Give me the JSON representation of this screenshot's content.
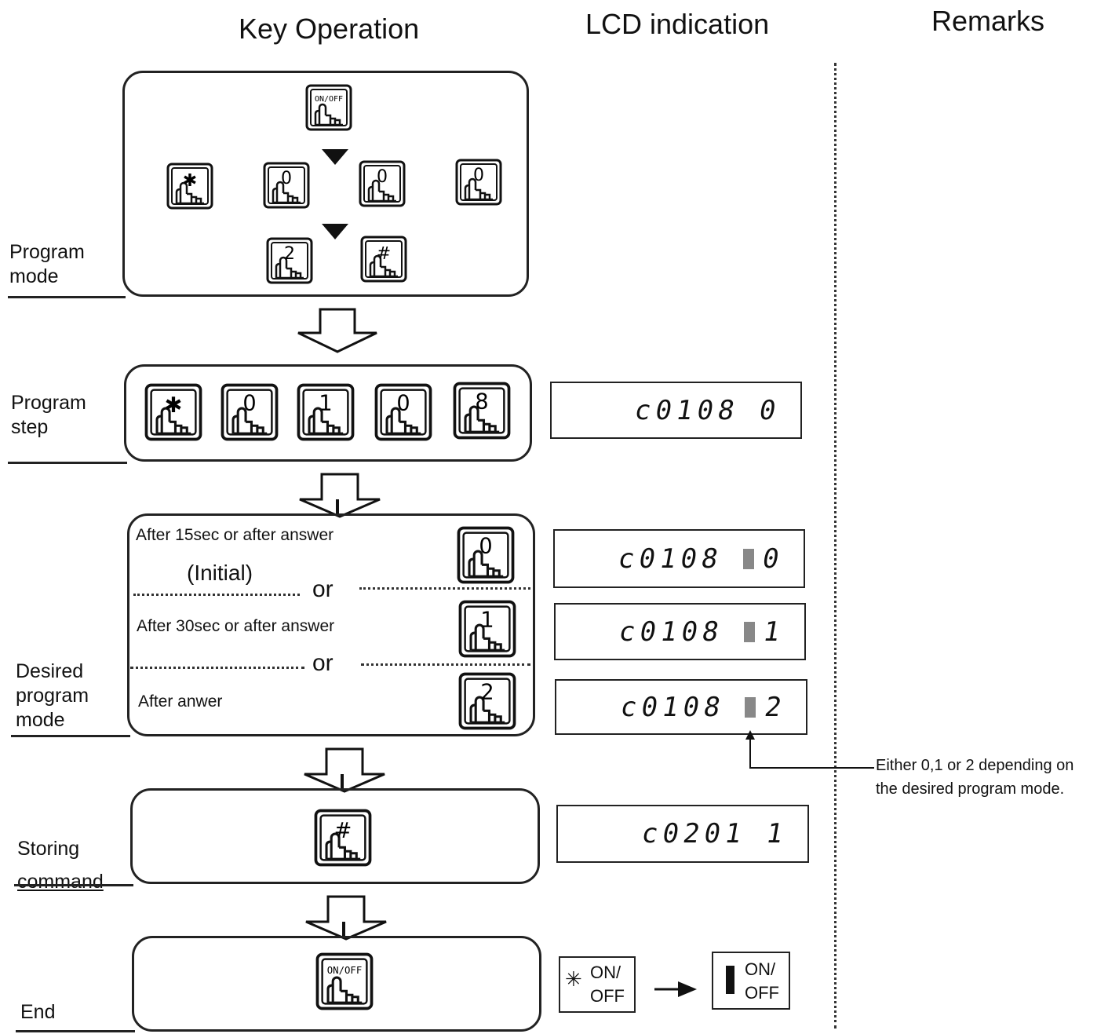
{
  "headers": {
    "key_operation": "Key Operation",
    "lcd_indication": "LCD  indication",
    "remarks": "Remarks"
  },
  "steps": {
    "program_mode": [
      "Program",
      "mode"
    ],
    "program_step": [
      "Program",
      "step"
    ],
    "desired_mode": [
      "Desired",
      "program",
      "mode"
    ],
    "storing": [
      "Storing",
      "command"
    ],
    "end": [
      "End"
    ]
  },
  "keys": {
    "on_off": "ON/OFF",
    "star": "✱",
    "hash": "#",
    "zero": "0",
    "one": "1",
    "two": "2",
    "eight": "8"
  },
  "options": {
    "opt0": "After 15sec   or  after answer",
    "initial": "(Initial)",
    "or": "or",
    "opt1": "After 30sec  or  after answer",
    "opt2": "After anwer"
  },
  "lcd": {
    "step": "c0108 0",
    "opt0": [
      "c0108",
      "0"
    ],
    "opt1": [
      "c0108",
      "1"
    ],
    "opt2": [
      "c0108",
      "2"
    ],
    "storing": "c0201 1"
  },
  "toggle": {
    "label_line1": "ON/",
    "label_line2": "OFF"
  },
  "remark": [
    "Either 0,1 or 2 depending on",
    "the desired program mode."
  ]
}
